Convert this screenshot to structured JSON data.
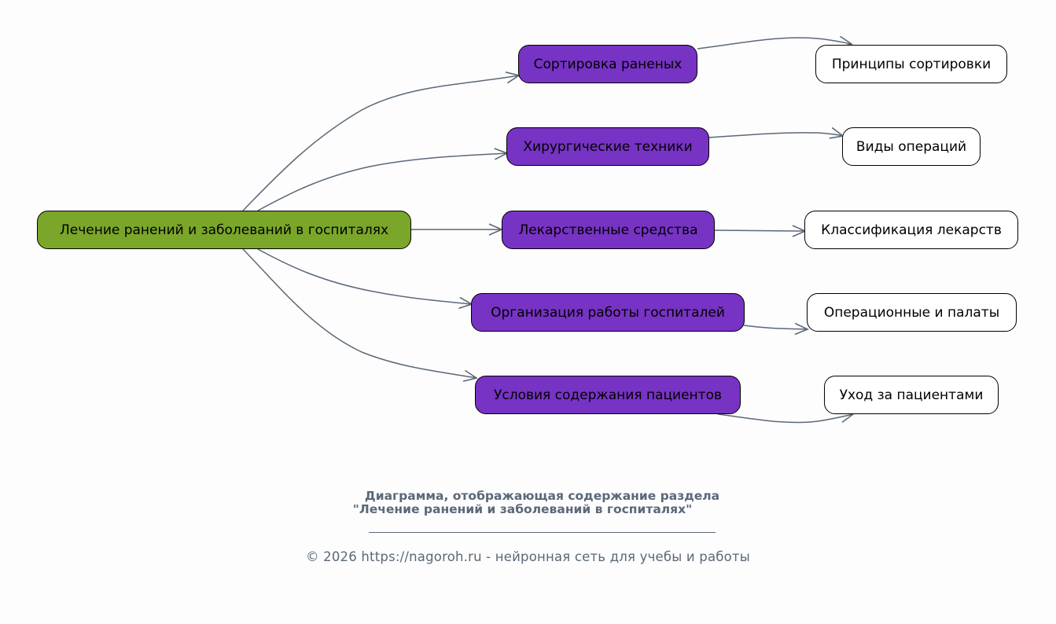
{
  "diagram": {
    "root": {
      "id": "root",
      "label": "Лечение ранений и заболеваний в госпиталях"
    },
    "branches": [
      {
        "id": "b1",
        "label": "Сортировка раненых",
        "child": {
          "id": "c1",
          "label": "Принципы сортировки"
        }
      },
      {
        "id": "b2",
        "label": "Хирургические техники",
        "child": {
          "id": "c2",
          "label": "Виды операций"
        }
      },
      {
        "id": "b3",
        "label": "Лекарственные средства",
        "child": {
          "id": "c3",
          "label": "Классификация лекарств"
        }
      },
      {
        "id": "b4",
        "label": "Организация работы госпиталей",
        "child": {
          "id": "c4",
          "label": "Операционные и палаты"
        }
      },
      {
        "id": "b5",
        "label": "Условия содержания пациентов",
        "child": {
          "id": "c5",
          "label": "Уход за пациентами"
        }
      }
    ],
    "colors": {
      "root_fill": "#7aa62a",
      "branch_fill": "#7733c4",
      "leaf_fill": "#ffffff",
      "edge": "#5b6878",
      "caption": "#5b6878",
      "background": "#fdfdfd"
    }
  },
  "caption": {
    "title_line1": "Диаграмма, отображающая содержание раздела",
    "title_line2": "\"Лечение ранений и заболеваний в госпиталях\"",
    "copyright": "© 2026 https://nagoroh.ru - нейронная сеть для учебы и работы"
  }
}
